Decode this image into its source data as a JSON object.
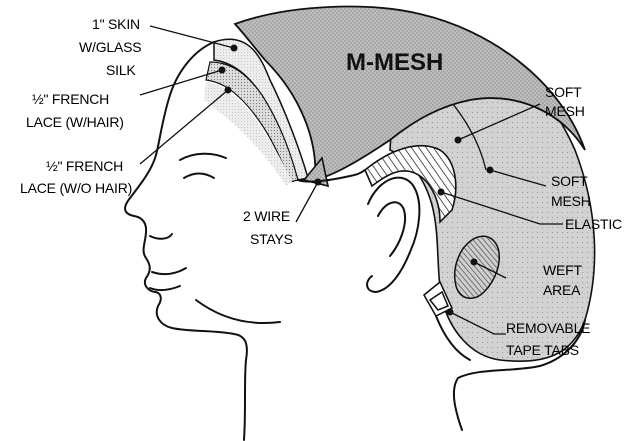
{
  "title": "M-MESH",
  "labels": {
    "skin_1": "1\" SKIN",
    "skin_2": "W/GLASS",
    "skin_3": "SILK",
    "lace_hair_1": "½\" FRENCH",
    "lace_hair_2": "LACE (W/HAIR)",
    "lace_nohair_1": "½\" FRENCH",
    "lace_nohair_2": "LACE (W/O HAIR)",
    "wire_1": "2 WIRE",
    "wire_2": "STAYS",
    "soft_mesh_a_1": "SOFT",
    "soft_mesh_a_2": "MESH",
    "soft_mesh_b_1": "SOFT",
    "soft_mesh_b_2": "MESH",
    "elastic": "ELASTIC",
    "weft_1": "WEFT",
    "weft_2": "AREA",
    "tape_1": "REMOVABLE",
    "tape_2": "TAPE TABS"
  },
  "colors": {
    "mmesh_fill": "#b9b9b9",
    "soft_mesh_fill": "#cfcfcf",
    "lace_fill": "#d8d8d8",
    "skin_fill": "#e4e4e4",
    "outline": "#111111"
  }
}
